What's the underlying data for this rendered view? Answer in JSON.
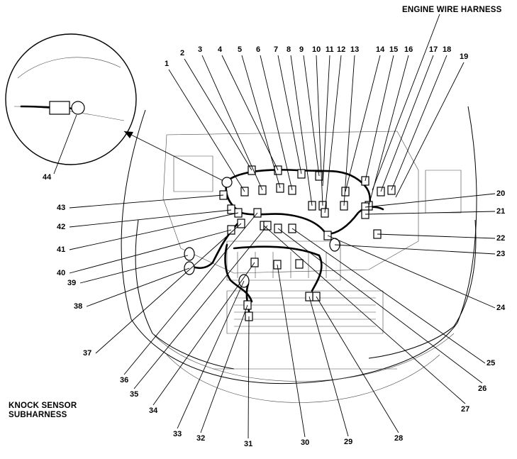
{
  "title": "ENGINE WIRE HARNESS",
  "subtitle_lines": [
    "KNOCK SENSOR",
    "SUBHARNESS"
  ],
  "callouts": [
    "1",
    "2",
    "3",
    "4",
    "5",
    "6",
    "7",
    "8",
    "9",
    "10",
    "11",
    "12",
    "13",
    "14",
    "15",
    "16",
    "17",
    "18",
    "19",
    "20",
    "21",
    "22",
    "23",
    "24",
    "25",
    "26",
    "27",
    "28",
    "29",
    "30",
    "31",
    "32",
    "33",
    "34",
    "35",
    "36",
    "37",
    "38",
    "39",
    "40",
    "41",
    "42",
    "43",
    "44"
  ]
}
